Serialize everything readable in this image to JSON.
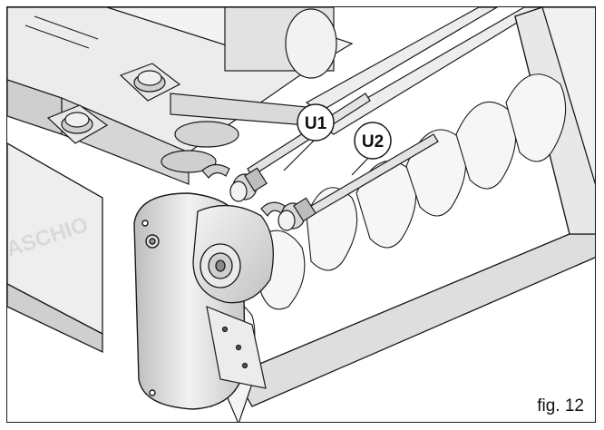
{
  "figure": {
    "caption": "fig. 12",
    "callouts": [
      {
        "label": "U1"
      },
      {
        "label": "U2"
      }
    ],
    "brand_text": "ASCHIO"
  },
  "colors": {
    "line": "#1a1a1a",
    "shade_light": "#e6e6e6",
    "shade_mid": "#cfcfcf",
    "shade_dark": "#9a9a9a"
  }
}
